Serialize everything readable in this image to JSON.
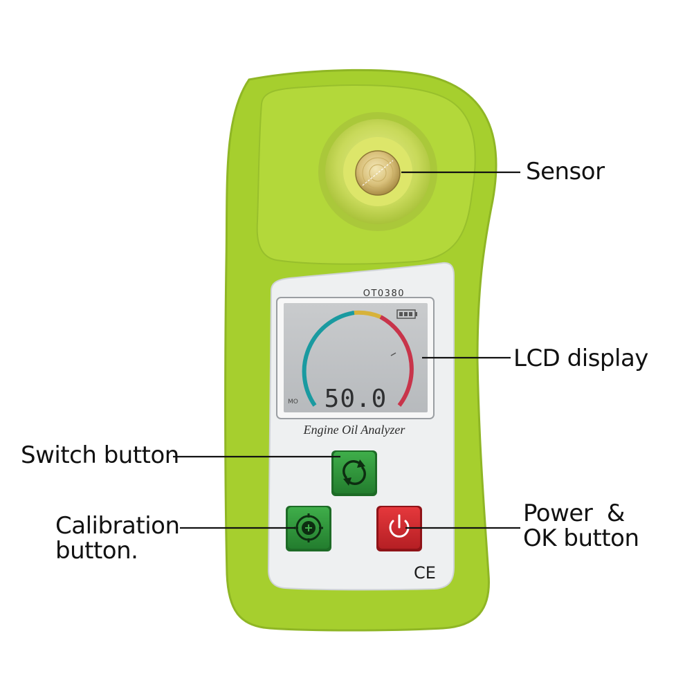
{
  "device": {
    "model": "OT0380",
    "product_name": "Engine Oil Analyzer",
    "lcd_reading": "50.0",
    "lcd_corner_mark": "MO",
    "certification_mark": "CE",
    "body_color": "#a6cf2e",
    "panel_color": "#eef0f1",
    "switch_button_color": "#2f9a3c",
    "calibration_button_color": "#2f9a3c",
    "power_button_color": "#d42a2f",
    "gauge_colors": [
      "#1a9aa0",
      "#d7b23a",
      "#c8344a"
    ]
  },
  "callouts": {
    "sensor": "Sensor",
    "lcd_display": "LCD display",
    "switch_button": "Switch button",
    "calibration_line1": "Calibration",
    "calibration_line2": "button.",
    "power_line1": "Power  &",
    "power_line2": "OK button"
  }
}
